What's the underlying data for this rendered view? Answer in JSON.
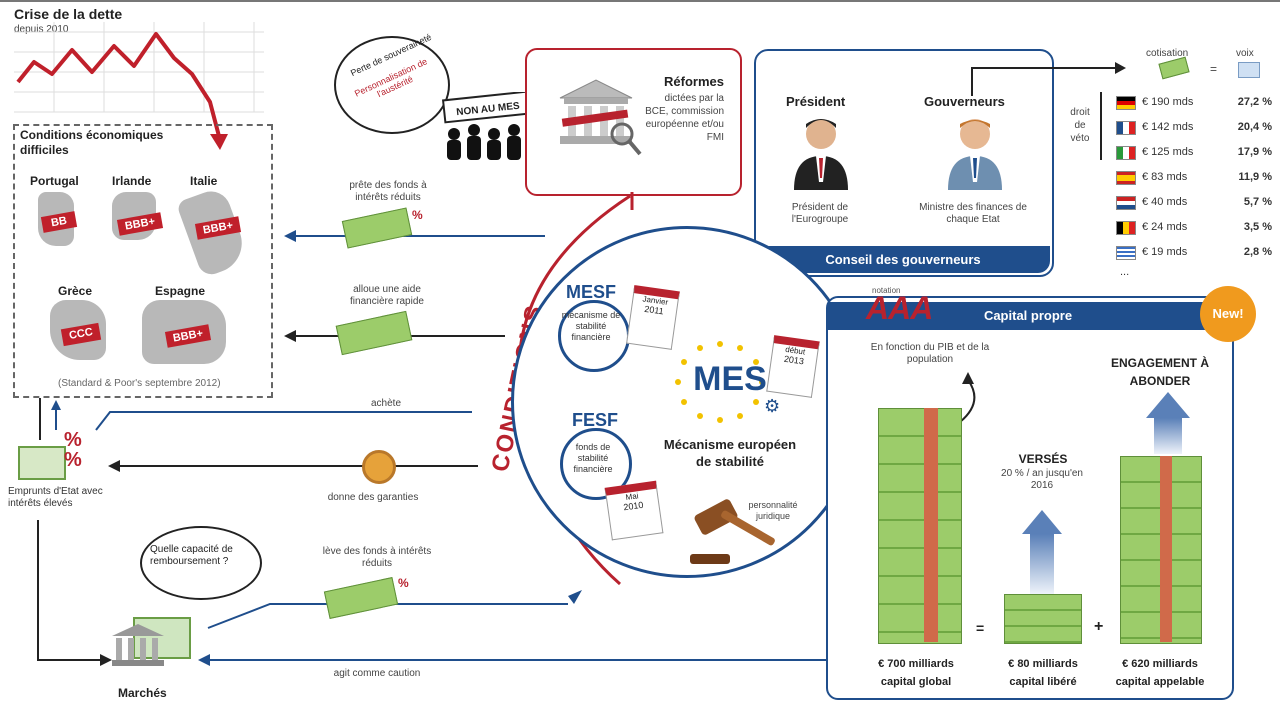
{
  "debt_crisis": {
    "title": "Crise de la dette",
    "subtitle": "depuis 2010"
  },
  "conditions_box": {
    "title": "Conditions économiques difficiles",
    "countries": [
      {
        "name": "Portugal",
        "rating": "BB"
      },
      {
        "name": "Irlande",
        "rating": "BBB+"
      },
      {
        "name": "Italie",
        "rating": "BBB+"
      },
      {
        "name": "Grèce",
        "rating": "CCC"
      },
      {
        "name": "Espagne",
        "rating": "BBB+"
      }
    ],
    "source": "(Standard & Poor's septembre 2012)"
  },
  "speech_protest": {
    "line1": "Perte de souveraineté",
    "line2": "Personnalisation de l'austérité"
  },
  "protest_sign": "NON AU MES",
  "reforms": {
    "title": "Réformes",
    "text": "dictées par la BCE, commission européenne et/ou FMI"
  },
  "board": {
    "president_title": "Président",
    "governors_title": "Gouverneurs",
    "president_caption": "Président de l'Eurogroupe",
    "governors_caption": "Ministre des finances de chaque Etat",
    "footer": "Conseil des gouverneurs"
  },
  "votes": {
    "header_cotisation": "cotisation",
    "header_eq": "=",
    "header_voix": "voix",
    "side_label": "droit de véto",
    "rows": [
      {
        "amount": "€ 190 mds",
        "pct": "27,2 %"
      },
      {
        "amount": "€ 142 mds",
        "pct": "20,4 %"
      },
      {
        "amount": "€ 125 mds",
        "pct": "17,9 %"
      },
      {
        "amount": "€ 83 mds",
        "pct": "11,9 %"
      },
      {
        "amount": "€ 40 mds",
        "pct": "5,7 %"
      },
      {
        "amount": "€ 24 mds",
        "pct": "3,5 %"
      },
      {
        "amount": "€ 19 mds",
        "pct": "2,8 %"
      }
    ],
    "more": "..."
  },
  "flows": {
    "lend": "prête des fonds à intérêts réduits",
    "aid": "alloue une aide financière rapide",
    "buys": "achète",
    "guarantee": "donne des garanties",
    "raise": "lève des fonds à intérêts réduits",
    "surety": "agit comme caution"
  },
  "conditions_label": "CONDITIONS",
  "center": {
    "mesf_title": "MESF",
    "mesf_text": "mécanisme de stabilité financière",
    "mesf_date_month": "Janvier",
    "mesf_date_year": "2011",
    "fesf_title": "FESF",
    "fesf_text": "fonds de stabilité financière",
    "fesf_date_month": "Mai",
    "fesf_date_year": "2010",
    "mes_date_month": "début",
    "mes_date_year": "2013",
    "mes_logo": "MES",
    "mes_name": "Mécanisme européen de stabilité",
    "legal": "personnalité juridique"
  },
  "bonds": {
    "label": "Emprunts d'Etat avec intérêts élevés"
  },
  "markets": {
    "label": "Marchés",
    "speech": "Quelle capacité de remboursement ?"
  },
  "capital": {
    "header": "Capital propre",
    "aaa": "AAA",
    "aaa_tag": "notation",
    "badge": "New!",
    "basis": "En fonction du PIB et de la population",
    "commitment": "ENGAGEMENT À ABONDER",
    "paid_title": "VERSÉS",
    "paid_text": "20 % / an jusqu'en 2016",
    "eq": "=",
    "plus": "+",
    "global_amount": "€ 700 milliards",
    "global_label": "capital global",
    "paid_amount": "€ 80 milliards",
    "paid_label": "capital libéré",
    "callable_amount": "€ 620 milliards",
    "callable_label": "capital appelable"
  },
  "colors": {
    "navy": "#1f4e8c",
    "red": "#b8222e",
    "green": "#8cc15a",
    "dark": "#222222"
  }
}
